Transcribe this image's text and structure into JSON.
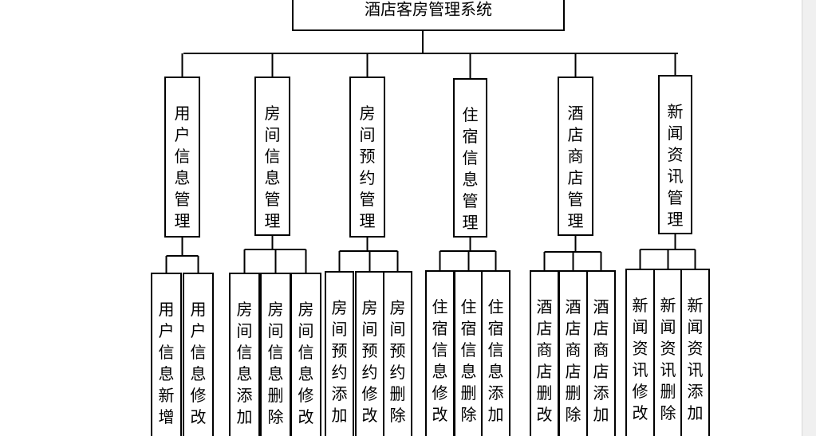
{
  "root": {
    "label": "酒店客房管理系统"
  },
  "modules": [
    {
      "label": "用户信息管理",
      "children": [
        "用户信息新增",
        "用户信息修改"
      ]
    },
    {
      "label": "房间信息管理",
      "children": [
        "房间信息添加",
        "房间信息删除",
        "房间信息修改"
      ]
    },
    {
      "label": "房间预约管理",
      "children": [
        "房间预约添加",
        "房间预约修改",
        "房间预约删除"
      ]
    },
    {
      "label": "住宿信息管理",
      "children": [
        "住宿信息修改",
        "住宿信息删除",
        "住宿信息添加"
      ]
    },
    {
      "label": "酒店商店管理",
      "children": [
        "酒店商店删改",
        "酒店商店删除",
        "酒店商店添加"
      ]
    },
    {
      "label": "新闻资讯管理",
      "children": [
        "新闻资讯修改",
        "新闻资讯删除",
        "新闻资讯添加"
      ]
    }
  ]
}
